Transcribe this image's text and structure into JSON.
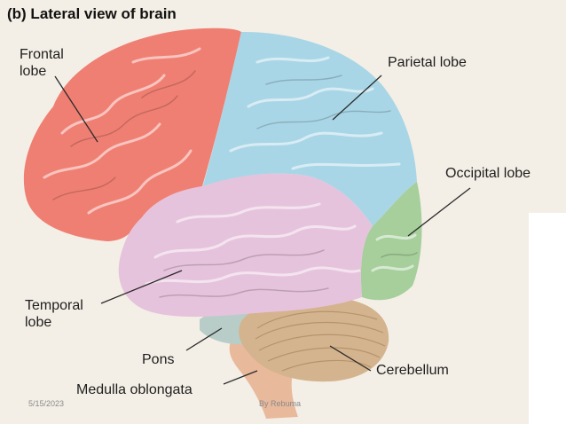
{
  "title": "(b) Lateral view of brain",
  "labels": {
    "frontal_line1": "Frontal",
    "frontal_line2": "lobe",
    "parietal": "Parietal lobe",
    "occipital": "Occipital lobe",
    "temporal_line1": "Temporal",
    "temporal_line2": "lobe",
    "pons": "Pons",
    "medulla": "Medulla oblongata",
    "cerebellum": "Cerebellum"
  },
  "footer": {
    "date": "5/15/2023",
    "author": "By Rebuma"
  },
  "colors": {
    "frontal": "#f07f73",
    "parietal": "#a9d6e6",
    "occipital": "#a6cf9c",
    "temporal": "#e6c3dc",
    "cerebellum": "#d4b48e",
    "brainstem": "#e9b99c",
    "pons": "#b8cdc8"
  }
}
